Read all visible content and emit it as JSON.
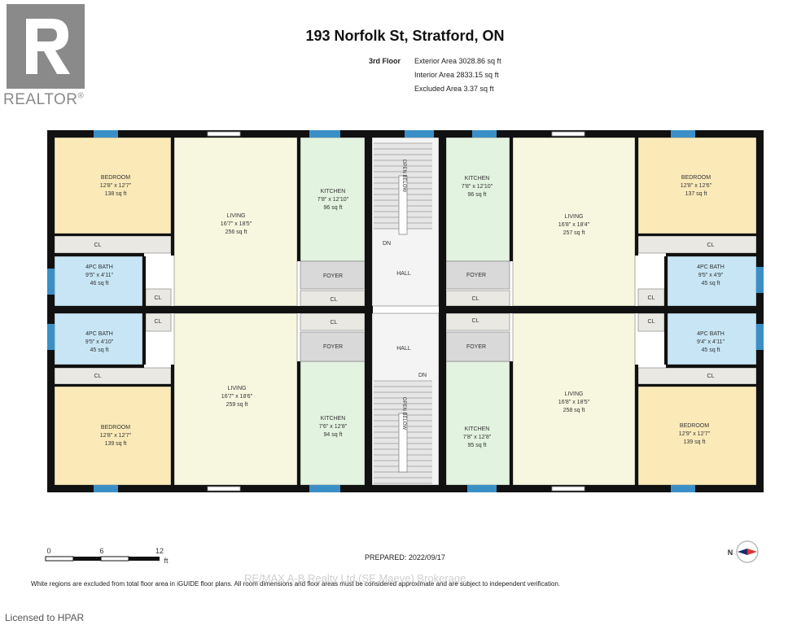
{
  "logo": {
    "text": "REALTOR",
    "registered": "®",
    "letter": "R"
  },
  "header": {
    "title": "193 Norfolk St, Stratford, ON",
    "floor": "3rd Floor",
    "areas": [
      "Exterior Area 3028.86 sq ft",
      "Interior Area 2833.15 sq ft",
      "Excluded Area 3.37 sq ft"
    ]
  },
  "rooms": [
    {
      "id": "tl-bedroom",
      "name": "BEDROOM",
      "dims": "12'8\" x 12'7\"",
      "area": "138 sq ft"
    },
    {
      "id": "tl-living",
      "name": "LIVING",
      "dims": "16'7\" x 18'5\"",
      "area": "256 sq ft"
    },
    {
      "id": "tl-kitchen",
      "name": "KITCHEN",
      "dims": "7'8\" x 12'10\"",
      "area": "96 sq ft"
    },
    {
      "id": "tr-kitchen",
      "name": "KITCHEN",
      "dims": "7'8\" x 12'10\"",
      "area": "96 sq ft"
    },
    {
      "id": "tr-living",
      "name": "LIVING",
      "dims": "16'8\" x 18'4\"",
      "area": "257 sq ft"
    },
    {
      "id": "tr-bedroom",
      "name": "BEDROOM",
      "dims": "12'8\" x 12'6\"",
      "area": "137 sq ft"
    },
    {
      "id": "tl-bath",
      "name": "4PC BATH",
      "dims": "9'5\" x 4'11\"",
      "area": "46 sq ft"
    },
    {
      "id": "tr-bath",
      "name": "4PC BATH",
      "dims": "9'5\" x 4'9\"",
      "area": "45 sq ft"
    },
    {
      "id": "bl-bath",
      "name": "4PC BATH",
      "dims": "9'5\" x 4'10\"",
      "area": "45 sq ft"
    },
    {
      "id": "br-bath",
      "name": "4PC BATH",
      "dims": "9'4\" x 4'11\"",
      "area": "45 sq ft"
    },
    {
      "id": "bl-living",
      "name": "LIVING",
      "dims": "16'7\" x 18'6\"",
      "area": "259 sq ft"
    },
    {
      "id": "bl-kitchen",
      "name": "KITCHEN",
      "dims": "7'6\" x 12'8\"",
      "area": "94 sq ft"
    },
    {
      "id": "br-kitchen",
      "name": "KITCHEN",
      "dims": "7'8\" x 12'8\"",
      "area": "95 sq ft"
    },
    {
      "id": "br-living",
      "name": "LIVING",
      "dims": "16'8\" x 18'5\"",
      "area": "258 sq ft"
    },
    {
      "id": "bl-bedroom",
      "name": "BEDROOM",
      "dims": "12'8\" x 12'7\"",
      "area": "139 sq ft"
    },
    {
      "id": "br-bedroom",
      "name": "BEDROOM",
      "dims": "12'9\" x 12'7\"",
      "area": "139 sq ft"
    }
  ],
  "labels": {
    "closet": "CL",
    "foyer": "FOYER",
    "hall": "HALL",
    "down": "DN",
    "open_below": "OPEN BELOW"
  },
  "scale": {
    "ticks": [
      "0",
      "6",
      "12"
    ],
    "unit": "ft"
  },
  "compass": {
    "north": "N"
  },
  "footer": {
    "prepared": "PREPARED: 2022/09/17",
    "watermark": "RE/MAX A-B Realty Ltd (SE Maeve) Brokerage",
    "disclaimer": "White regions are excluded from total floor area in iGUIDE floor plans. All room dimensions and floor areas must be considered approximate and are subject to independent verification.",
    "licensed": "Licensed to HPAR"
  },
  "colors": {
    "bedroom": "#fbeab8",
    "living": "#f6f7de",
    "kitchen": "#e2f3df",
    "bath": "#c7e5f5",
    "closet": "#eae8e2",
    "foyer": "#d9d9d9",
    "hall": "#f4f4f4",
    "wall": "#111111",
    "window": "#3b8fc7"
  }
}
